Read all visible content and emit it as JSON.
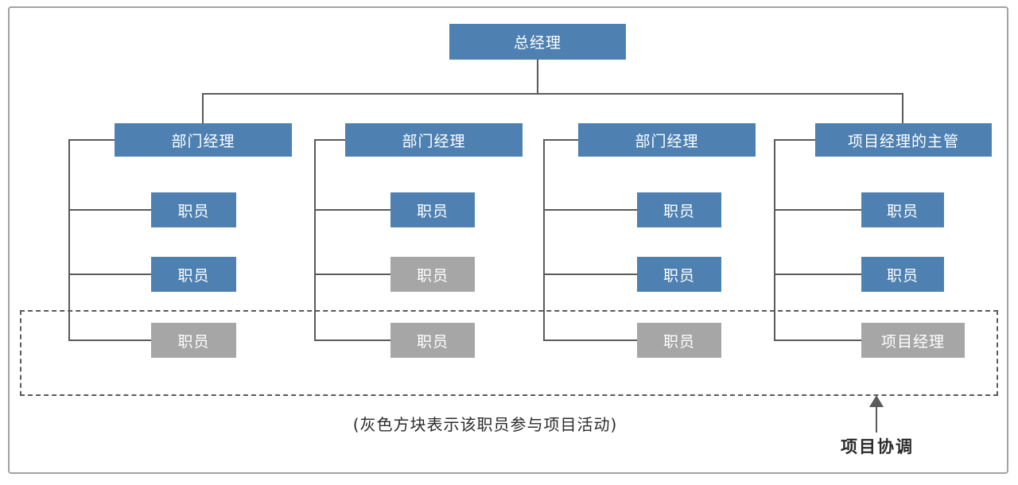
{
  "diagram": {
    "root": {
      "label": "总经理"
    },
    "columns": [
      {
        "manager": {
          "label": "部门经理",
          "variant": "blue"
        },
        "children": [
          {
            "label": "职员",
            "variant": "blue"
          },
          {
            "label": "职员",
            "variant": "blue"
          },
          {
            "label": "职员",
            "variant": "gray"
          }
        ]
      },
      {
        "manager": {
          "label": "部门经理",
          "variant": "blue"
        },
        "children": [
          {
            "label": "职员",
            "variant": "blue"
          },
          {
            "label": "职员",
            "variant": "gray"
          },
          {
            "label": "职员",
            "variant": "gray"
          }
        ]
      },
      {
        "manager": {
          "label": "部门经理",
          "variant": "blue"
        },
        "children": [
          {
            "label": "职员",
            "variant": "blue"
          },
          {
            "label": "职员",
            "variant": "blue"
          },
          {
            "label": "职员",
            "variant": "gray"
          }
        ]
      },
      {
        "manager": {
          "label": "项目经理的主管",
          "variant": "blue"
        },
        "children": [
          {
            "label": "职员",
            "variant": "blue"
          },
          {
            "label": "职员",
            "variant": "blue"
          },
          {
            "label": "项目经理",
            "variant": "gray"
          }
        ]
      }
    ],
    "legend_note": "(灰色方块表示该职员参与项目活动)",
    "annotation": {
      "label": "项目协调"
    },
    "colors": {
      "blue": "#4e81b2",
      "gray": "#a6a6a6",
      "line": "#5a5a5a",
      "frame": "#a2a2a2",
      "text_dark": "#2b2b2b"
    }
  }
}
